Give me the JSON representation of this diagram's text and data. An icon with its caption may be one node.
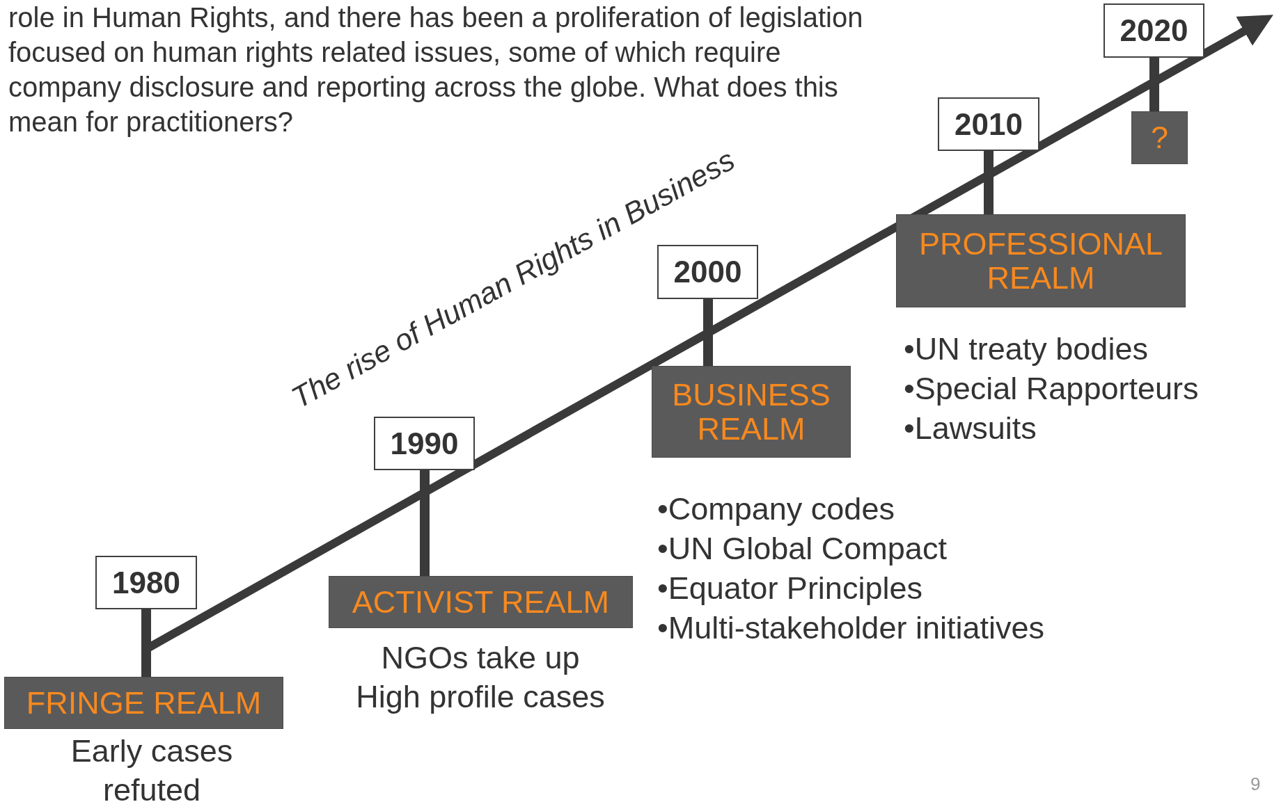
{
  "diagram": {
    "nodes": [
      {
        "text": [
          "1980"
        ]
      },
      {
        "text": [
          "FRINGE REALM"
        ],
        "beside": [
          "Early cases refuted"
        ]
      },
      {
        "text": [
          "1990"
        ]
      },
      {
        "text": [
          "ACTIVIST REALM"
        ],
        "beside": [
          "NGOs take up High profile cases"
        ]
      },
      {
        "text": [
          "2000"
        ]
      },
      {
        "text": [
          "BUSINESS REALM"
        ],
        "beside": [
          "•Company codes",
          "•UN Global Compact",
          "•Equator Principles",
          "•Multi-stakeholder initiatives"
        ]
      },
      {
        "text": [
          "2010"
        ]
      },
      {
        "text": [
          "PROFESSIONAL REALM"
        ],
        "beside": [
          "•UN treaty bodies",
          "•Special Rapporteurs",
          "•Lawsuits"
        ]
      },
      {
        "text": [
          "2020"
        ]
      },
      {
        "text": [
          "?"
        ]
      }
    ],
    "edges": [
      {
        "from": 0,
        "to": 1,
        "arrow": "none"
      },
      {
        "from": 2,
        "to": 3,
        "arrow": "none"
      },
      {
        "from": 4,
        "to": 5,
        "arrow": "none"
      },
      {
        "from": 6,
        "to": 7,
        "arrow": "none"
      },
      {
        "from": 8,
        "to": 9,
        "arrow": "none"
      }
    ],
    "labels": [
      "role in Human Rights, and there has been a proliferation of legislation focused on human rights related issues, some of which require company disclosure and reporting across the globe.  What does this mean for practitioners?",
      "The rise of Human Rights in Business",
      "9"
    ]
  }
}
